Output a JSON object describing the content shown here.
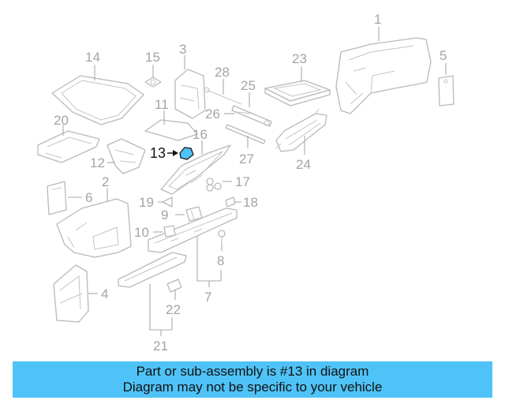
{
  "highlight": {
    "part_number": "13",
    "color": "#4fc3f7"
  },
  "callouts": {
    "n1": "1",
    "n2": "2",
    "n3": "3",
    "n4": "4",
    "n5": "5",
    "n6": "6",
    "n7": "7",
    "n8": "8",
    "n9": "9",
    "n10": "10",
    "n11": "11",
    "n12": "12",
    "n13": "13",
    "n14": "14",
    "n15": "15",
    "n16": "16",
    "n17": "17",
    "n18": "18",
    "n19": "19",
    "n20": "20",
    "n21": "21",
    "n22": "22",
    "n23": "23",
    "n24": "24",
    "n25": "25",
    "n26": "26",
    "n27": "27",
    "n28": "28"
  },
  "caption": {
    "line1": "Part or sub-assembly is #13 in diagram",
    "line2": "Diagram may not be specific to your vehicle"
  }
}
